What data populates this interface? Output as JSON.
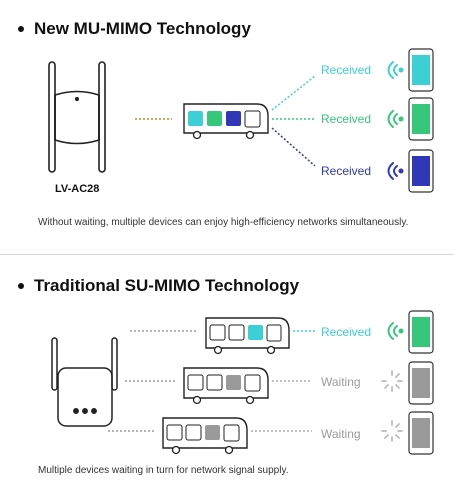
{
  "mu_section": {
    "title": "New MU-MIMO Technology",
    "router_model": "LV-AC28",
    "device_status": [
      "Received",
      "Received",
      "Received"
    ],
    "caption": "Without waiting, multiple devices can enjoy high-efficiency networks simultaneously."
  },
  "su_section": {
    "title": "Traditional SU-MIMO Technology",
    "device_status": [
      "Received",
      "Waiting",
      "Waiting"
    ],
    "caption": "Multiple devices waiting in turn for network signal supply."
  },
  "colors": {
    "cyan": "#3ccfd6",
    "green": "#36c77a",
    "blue": "#3038b8",
    "waiting": "#9a9a9a"
  },
  "icons": [
    "router-icon",
    "bus-icon",
    "wifi-signal-icon",
    "phone-icon",
    "loading-spinner-icon"
  ]
}
